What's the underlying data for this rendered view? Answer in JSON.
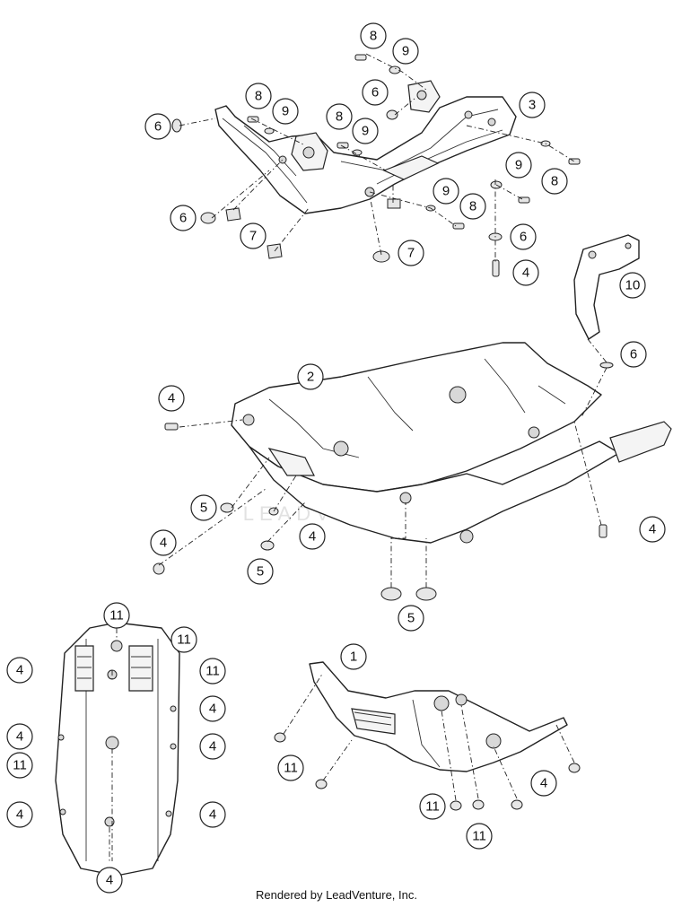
{
  "credit": "Rendered by LeadVenture, Inc.",
  "watermark": "LEADVENTURE",
  "callouts": [
    {
      "id": "c8a",
      "label": "8"
    },
    {
      "id": "c9a",
      "label": "9"
    },
    {
      "id": "c6a",
      "label": "6"
    },
    {
      "id": "c3",
      "label": "3"
    },
    {
      "id": "c8b",
      "label": "8"
    },
    {
      "id": "c9b",
      "label": "9"
    },
    {
      "id": "c8c",
      "label": "8"
    },
    {
      "id": "c9c",
      "label": "9"
    },
    {
      "id": "c6b",
      "label": "6"
    },
    {
      "id": "c9d",
      "label": "9"
    },
    {
      "id": "c8d",
      "label": "8"
    },
    {
      "id": "c9e",
      "label": "9"
    },
    {
      "id": "c8e",
      "label": "8"
    },
    {
      "id": "c6c",
      "label": "6"
    },
    {
      "id": "c7a",
      "label": "7"
    },
    {
      "id": "c7b",
      "label": "7"
    },
    {
      "id": "c6d",
      "label": "6"
    },
    {
      "id": "c4a",
      "label": "4"
    },
    {
      "id": "c10",
      "label": "10"
    },
    {
      "id": "c6e",
      "label": "6"
    },
    {
      "id": "c2",
      "label": "2"
    },
    {
      "id": "c4b",
      "label": "4"
    },
    {
      "id": "c5a",
      "label": "5"
    },
    {
      "id": "c4c",
      "label": "4"
    },
    {
      "id": "c4d",
      "label": "4"
    },
    {
      "id": "c5b",
      "label": "5"
    },
    {
      "id": "c4e",
      "label": "4"
    },
    {
      "id": "c5c",
      "label": "5"
    },
    {
      "id": "c11a",
      "label": "11"
    },
    {
      "id": "c11b",
      "label": "11"
    },
    {
      "id": "c4f",
      "label": "4"
    },
    {
      "id": "c11c",
      "label": "11"
    },
    {
      "id": "c4g",
      "label": "4"
    },
    {
      "id": "c4h",
      "label": "4"
    },
    {
      "id": "c11d",
      "label": "11"
    },
    {
      "id": "c4i",
      "label": "4"
    },
    {
      "id": "c4j",
      "label": "4"
    },
    {
      "id": "c4k",
      "label": "4"
    },
    {
      "id": "c4l",
      "label": "4"
    },
    {
      "id": "c1",
      "label": "1"
    },
    {
      "id": "c11e",
      "label": "11"
    },
    {
      "id": "c4m",
      "label": "4"
    },
    {
      "id": "c11f",
      "label": "11"
    },
    {
      "id": "c11g",
      "label": "11"
    }
  ]
}
